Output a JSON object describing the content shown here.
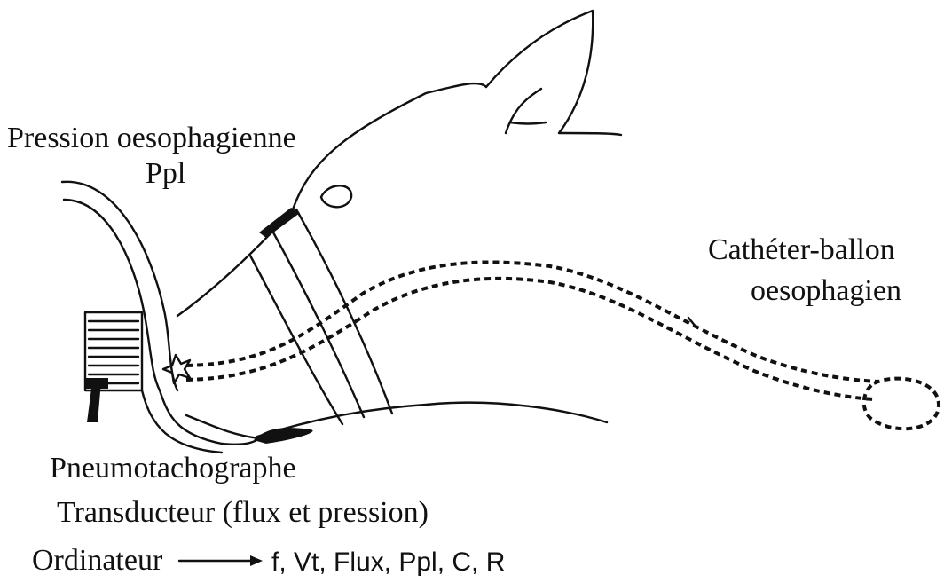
{
  "labels": {
    "esophageal_pressure": "Pression oesophagienne",
    "ppl": "Ppl",
    "catheter_line1": "Cathéter-ballon",
    "catheter_line2": "oesophagien",
    "pneumotach": "Pneumotachographe",
    "transducer": "Transducteur (flux et pression)",
    "computer": "Ordinateur",
    "outputs": "f, Vt, Flux, Ppl, C, R"
  },
  "icons": {
    "arrow": "right-arrow-icon"
  }
}
